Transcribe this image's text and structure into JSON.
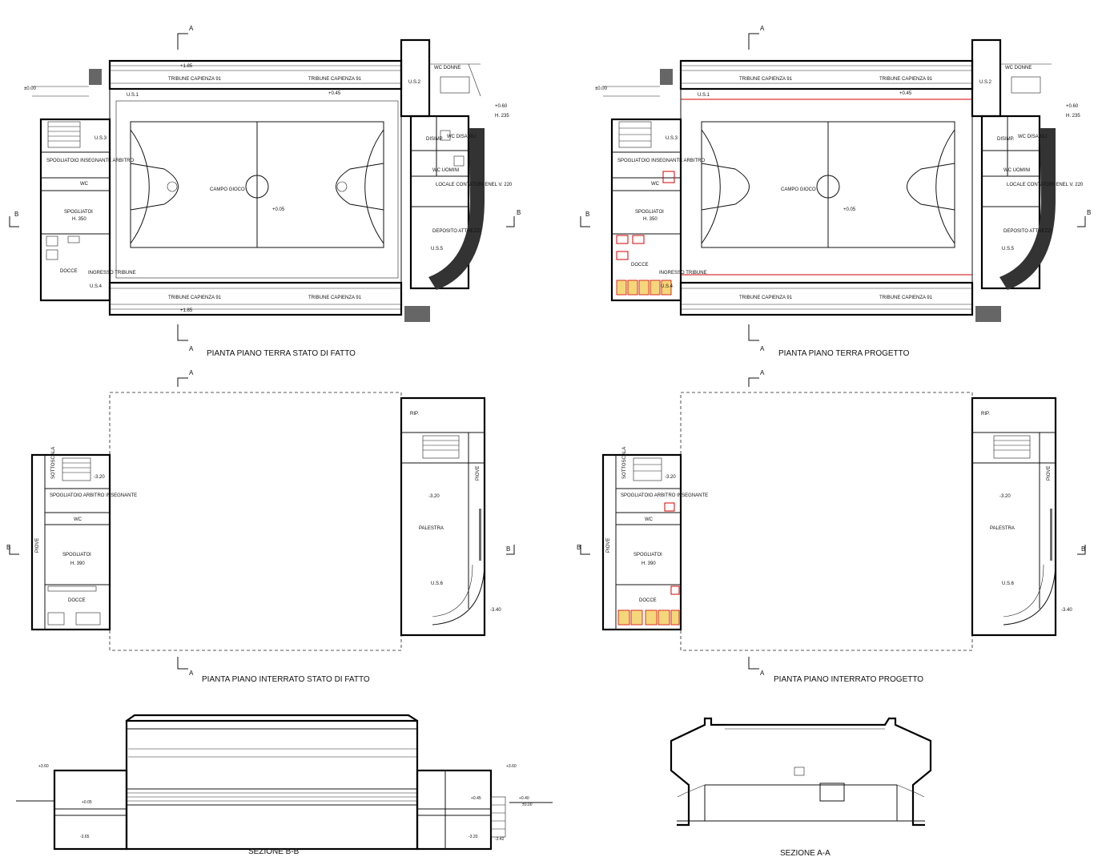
{
  "titles": {
    "t1": "PIANTA PIANO TERRA STATO DI FATTO",
    "t2": "PIANTA PIANO TERRA PROGETTO",
    "t3": "PIANTA PIANO INTERRATO STATO DI FATTO",
    "t4": "PIANTA PIANO INTERRATO PROGETTO",
    "t5": "SEZIONE B-B",
    "t6": "SEZIONE A-A"
  },
  "section_marks": {
    "a": "A",
    "b": "B"
  },
  "ground_floor": {
    "tribune": "TRIBUNE  CAPIENZA  91",
    "campo": "CAMPO GIOCO",
    "us1": "U.S.1",
    "us2": "U.S.2",
    "us3": "U.S.3",
    "us4": "U.S.4",
    "us5": "U.S.5",
    "wc_donne": "WC DONNE",
    "wc_uomini": "WC UOMINI",
    "wc_disabili": "WC DISABILI",
    "wc": "WC",
    "disimp": "DISIMP.",
    "locale_contatori": "LOCALE CONTATORI ENEL V. 220",
    "deposito": "DEPOSITO ATTREZZI",
    "spogliatoio_ins": "SPOGLIATOIO INSEGNANTE ARBITRO",
    "spogliatoi": "SPOGLIATOI",
    "h350": "H. 350",
    "docce": "DOCCE",
    "ingresso": "INGRESSO TRIBUNE",
    "lev_000": "±0.00",
    "lev_060": "+0.60",
    "lev_045": "+0.45",
    "lev_185": "+1.85",
    "lev_005": "+0.05",
    "h235": "H. 235"
  },
  "basement": {
    "rip": "RIP.",
    "palestra": "PALESTRA",
    "piove": "PIOVE",
    "spogliatoio_arb": "SPOGLIATOIO ARBITRO INSEGNANTE",
    "spogliatoi": "SPOGLIATOI",
    "h390": "H. 390",
    "docce": "DOCCE",
    "wc": "WC",
    "us6": "U.S.6",
    "lev_320": "-3.20",
    "lev_340": "-3.40",
    "sottoscala": "SOTTOSCALA"
  },
  "section_bb": {
    "lev_360": "+3.60",
    "lev_005": "+0.05",
    "lev_045": "+0.45",
    "lev_040": "+0.40",
    "lev_000": "±0.00",
    "lev_365": "-3.65",
    "lev_320": "-3.20",
    "lev_342": "-3.42"
  }
}
